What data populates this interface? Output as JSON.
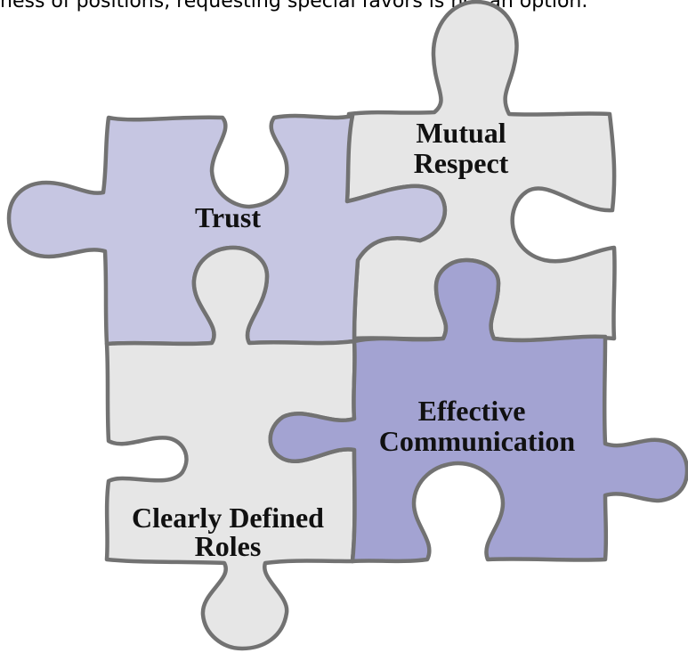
{
  "caption": "ness of positions, requesting special favors is not an option.",
  "pieces": [
    {
      "id": "mutual-respect",
      "lines": [
        "Mutual",
        "Respect"
      ],
      "color": "#e6e6e6"
    },
    {
      "id": "trust",
      "lines": [
        "Trust"
      ],
      "color": "#c6c6e2"
    },
    {
      "id": "clearly-defined-roles",
      "lines": [
        "Clearly Defined",
        "Roles"
      ],
      "color": "#e6e6e6"
    },
    {
      "id": "effective-communication",
      "lines": [
        "Effective",
        "Communication"
      ],
      "color": "#a3a3d2"
    }
  ],
  "outline_color": "#727272"
}
